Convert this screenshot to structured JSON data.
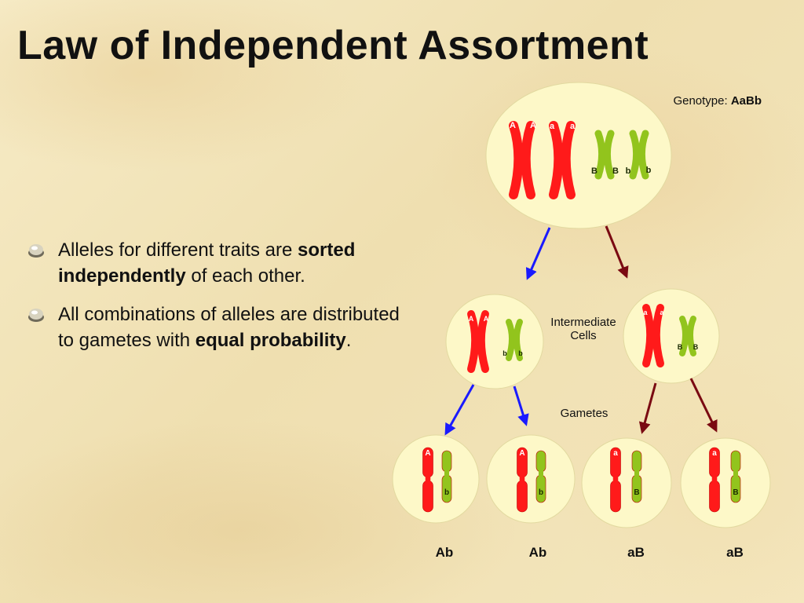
{
  "title": "Law of Independent Assortment",
  "bullets": [
    {
      "pre": "Alleles for different traits are ",
      "bold": "sorted independently",
      "post": " of each other."
    },
    {
      "pre": "All combinations of alleles are distributed to gametes with ",
      "bold": "equal probability",
      "post": "."
    }
  ],
  "genotype": {
    "label": "Genotype: ",
    "value": "AaBb"
  },
  "intermediate_label_1": "Intermediate",
  "intermediate_label_2": "Cells",
  "gametes_label": "Gametes",
  "gamete_names": [
    "Ab",
    "Ab",
    "aB",
    "aB"
  ],
  "alleles": {
    "parent_red": [
      "A",
      "A",
      "a",
      "a"
    ],
    "parent_green": [
      "B",
      "B",
      "b",
      "b"
    ],
    "cell1_red": [
      "A",
      "A"
    ],
    "cell1_green": [
      "b",
      "b"
    ],
    "cell2_red": [
      "a",
      "a"
    ],
    "cell2_green": [
      "B",
      "B"
    ],
    "gamete_red": [
      "A",
      "A",
      "a",
      "a"
    ],
    "gamete_green": [
      "b",
      "b",
      "B",
      "B"
    ]
  },
  "colors": {
    "red_chromosome": "#ff1a1a",
    "green_chromosome": "#92c41d",
    "cell_fill": "#fdf8c8",
    "arrow_blue": "#1a1aff",
    "arrow_maroon": "#7a0a12"
  }
}
